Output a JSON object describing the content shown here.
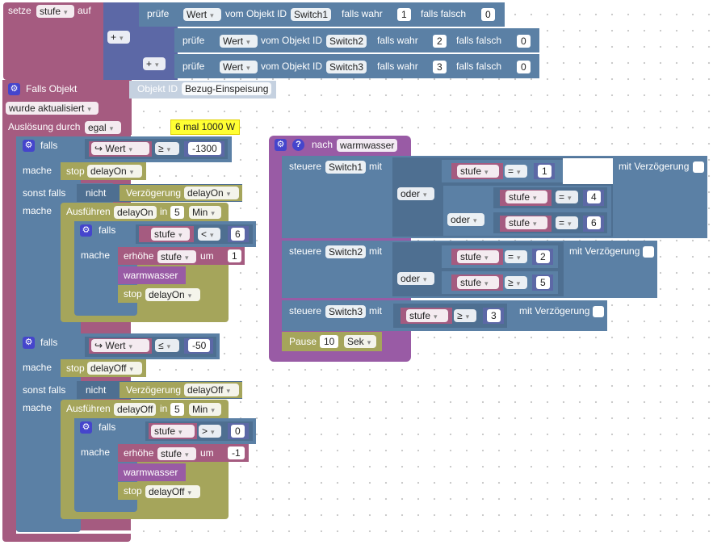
{
  "set_block": {
    "label": "setze",
    "var": "stufe",
    "to": "auf",
    "check1": {
      "label": "prüfe",
      "value": "Wert",
      "obj_label": "vom Objekt ID",
      "obj": "Switch1",
      "if_true_label": "falls wahr",
      "true_val": "1",
      "if_false_label": "falls falsch",
      "false_val": "0"
    },
    "plus": "+",
    "check2": {
      "label": "prüfe",
      "value": "Wert",
      "obj_label": "vom Objekt ID",
      "obj": "Switch2",
      "if_true_label": "falls wahr",
      "true_val": "2",
      "if_false_label": "falls falsch",
      "false_val": "0"
    },
    "check3": {
      "label": "prüfe",
      "value": "Wert",
      "obj_label": "vom Objekt ID",
      "obj": "Switch3",
      "if_true_label": "falls wahr",
      "true_val": "3",
      "if_false_label": "falls falsch",
      "false_val": "0"
    }
  },
  "trigger": {
    "label": "Falls Objekt",
    "obj_label": "Objekt ID",
    "obj": "Bezug-Einspeisung",
    "event": "wurde aktualisiert",
    "cause_label": "Auslösung durch",
    "cause": "egal"
  },
  "tooltip": "6 mal 1000 W",
  "if1": {
    "falls": "falls",
    "val": "Wert",
    "op": "≥",
    "num": "-1300",
    "mache": "mache",
    "stop": "stop",
    "stop_timer": "delayOn",
    "sonst": "sonst falls",
    "nicht": "nicht",
    "delay_label": "Verzögerung",
    "delay_timer": "delayOn",
    "mache2": "mache",
    "exec_label": "Ausführen",
    "exec_timer": "delayOn",
    "in": "in",
    "in_val": "5",
    "unit": "Min",
    "inner_falls": "falls",
    "inner_var": "stufe",
    "inner_op": "<",
    "inner_num": "6",
    "inner_mache": "mache",
    "inc_label": "erhöhe",
    "inc_var": "stufe",
    "um": "um",
    "inc_val": "1",
    "func": "warmwasser",
    "stop2": "stop",
    "stop2_timer": "delayOn"
  },
  "if2": {
    "falls": "falls",
    "val": "Wert",
    "op": "≤",
    "num": "-50",
    "mache": "mache",
    "stop": "stop",
    "stop_timer": "delayOff",
    "sonst": "sonst falls",
    "nicht": "nicht",
    "delay_label": "Verzögerung",
    "delay_timer": "delayOff",
    "mache2": "mache",
    "exec_label": "Ausführen",
    "exec_timer": "delayOff",
    "in": "in",
    "in_val": "5",
    "unit": "Min",
    "inner_falls": "falls",
    "inner_var": "stufe",
    "inner_op": ">",
    "inner_num": "0",
    "inner_mache": "mache",
    "inc_label": "erhöhe",
    "inc_var": "stufe",
    "um": "um",
    "inc_val": "-1",
    "func": "warmwasser",
    "stop2": "stop",
    "stop2_timer": "delayOff"
  },
  "func_def": {
    "nach": "nach",
    "name": "warmwasser",
    "s1": {
      "label": "steuere",
      "obj": "Switch1",
      "mit": "mit",
      "oder": "oder",
      "oder2": "oder",
      "c1": {
        "var": "stufe",
        "op": "=",
        "num": "1"
      },
      "c2": {
        "var": "stufe",
        "op": "=",
        "num": "4"
      },
      "c3": {
        "var": "stufe",
        "op": "=",
        "num": "6"
      },
      "delay": "mit Verzögerung"
    },
    "s2": {
      "label": "steuere",
      "obj": "Switch2",
      "mit": "mit",
      "oder": "oder",
      "c1": {
        "var": "stufe",
        "op": "=",
        "num": "2"
      },
      "c2": {
        "var": "stufe",
        "op": "≥",
        "num": "5"
      },
      "delay": "mit Verzögerung"
    },
    "s3": {
      "label": "steuere",
      "obj": "Switch3",
      "mit": "mit",
      "c1": {
        "var": "stufe",
        "op": "≥",
        "num": "3"
      },
      "delay": "mit Verzögerung"
    },
    "pause": {
      "label": "Pause",
      "val": "10",
      "unit": "Sek"
    }
  },
  "colors": {
    "variables": "#a55b80",
    "logic": "#5b80a5",
    "timers": "#a5a55b",
    "math": "#5c68a6",
    "functions": "#995ba5",
    "tooltip": "#ffff33"
  },
  "icons": {
    "gear": "gear-icon",
    "help": "help-icon",
    "arrow": "return-arrow-icon",
    "dropdown": "chevron-down-icon"
  }
}
